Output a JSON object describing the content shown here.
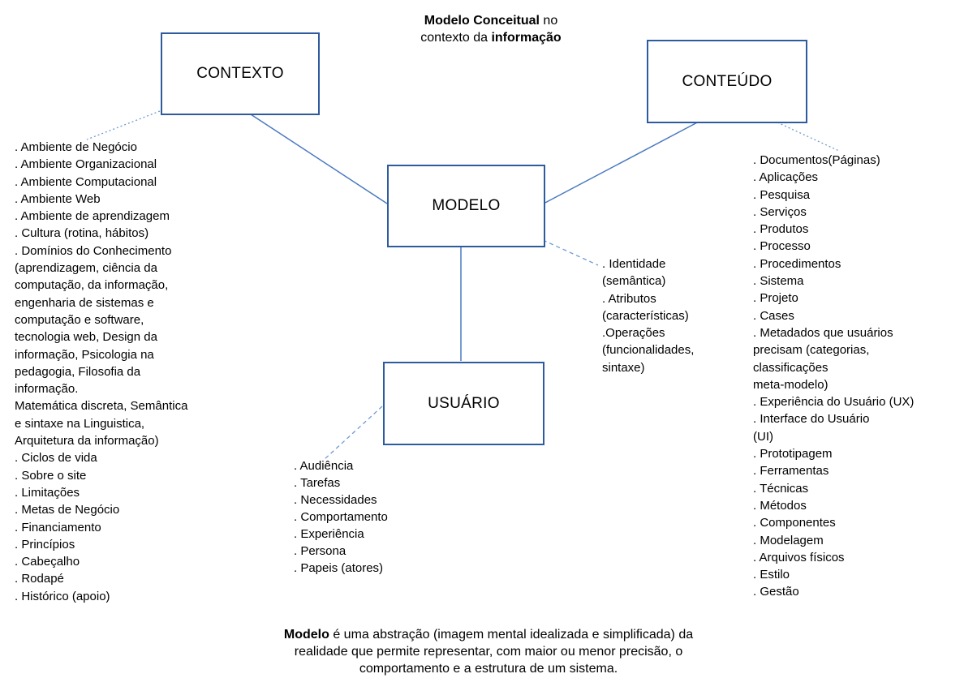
{
  "title": {
    "line1_bold": "Modelo Conceitual",
    "line1_rest": " no",
    "line2_start": "contexto da ",
    "line2_bold": "informação"
  },
  "boxes": {
    "contexto": "CONTEXTO",
    "conteudo": "CONTEÚDO",
    "modelo": "MODELO",
    "usuario": "USUÁRIO"
  },
  "context_list": [
    ". Ambiente de Negócio",
    ". Ambiente Organizacional",
    ". Ambiente Computacional",
    ". Ambiente Web",
    ". Ambiente de aprendizagem",
    ". Cultura (rotina, hábitos)",
    ". Domínios do Conhecimento",
    "(aprendizagem, ciência da",
    "computação, da informação,",
    "engenharia de sistemas e",
    "computação e software,",
    "tecnologia web, Design da",
    "informação, Psicologia na",
    "pedagogia, Filosofia da",
    "informação.",
    "Matemática discreta, Semântica",
    "e sintaxe na Linguistica,",
    "Arquitetura da informação)",
    ". Ciclos de vida",
    ". Sobre o site",
    ". Limitações",
    ". Metas de Negócio",
    ". Financiamento",
    ". Princípios",
    ". Cabeçalho",
    ". Rodapé",
    ". Histórico (apoio)"
  ],
  "content_list": [
    ". Documentos(Páginas)",
    ". Aplicações",
    ". Pesquisa",
    ". Serviços",
    ". Produtos",
    ". Processo",
    ". Procedimentos",
    ". Sistema",
    ". Projeto",
    ". Cases",
    ". Metadados que usuários",
    "precisam (categorias,",
    "classificações",
    "meta-modelo)",
    ". Experiência do Usuário (UX)",
    ". Interface do Usuário",
    "(UI)",
    ". Prototipagem",
    ". Ferramentas",
    ". Técnicas",
    ". Métodos",
    ". Componentes",
    ". Modelagem",
    ". Arquivos físicos",
    ". Estilo",
    ". Gestão"
  ],
  "model_annotation": [
    ". Identidade",
    "(semântica)",
    ". Atributos",
    "(características)",
    ".Operações",
    "(funcionalidades,",
    "sintaxe)"
  ],
  "user_list": [
    ". Audiência",
    ". Tarefas",
    ". Necessidades",
    ". Comportamento",
    ". Experiência",
    ". Persona",
    ". Papeis (atores)"
  ],
  "footer": {
    "line1_bold": "Modelo",
    "line1_rest": " é uma abstração  (imagem mental idealizada e simplificada) da",
    "line2": "realidade  que permite representar, com maior ou menor precisão, o",
    "line3": "comportamento e a estrutura de um sistema."
  },
  "colors": {
    "box_border": "#2e5b9e",
    "line_solid": "#4a79c0",
    "line_dashed": "#6f9ad4",
    "text": "#000000",
    "background": "#ffffff"
  }
}
